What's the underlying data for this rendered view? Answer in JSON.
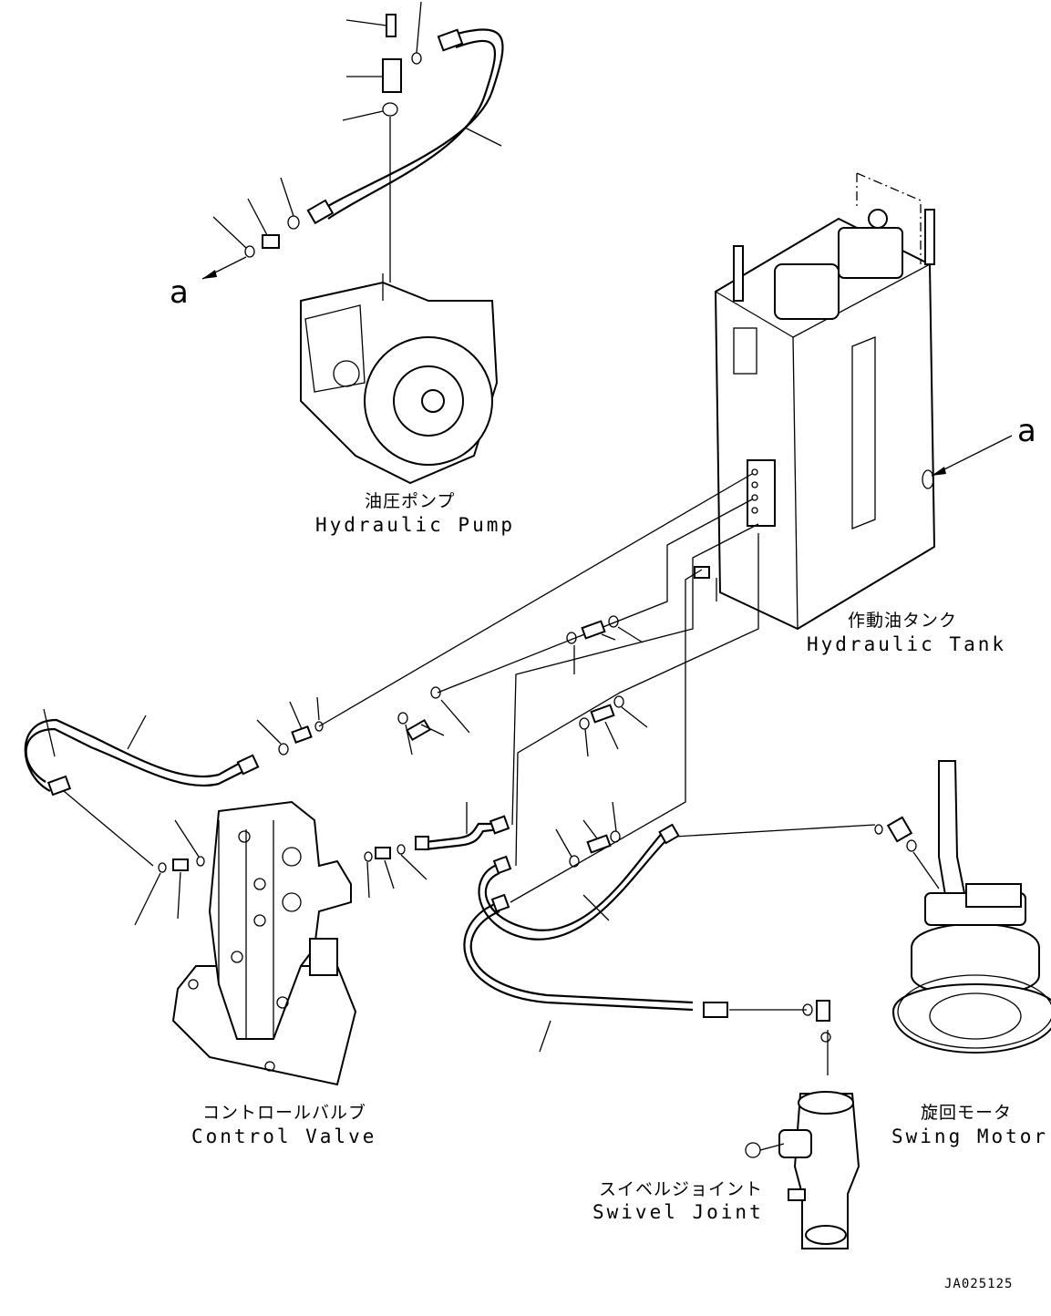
{
  "components": {
    "hydraulic_pump": {
      "jp": "油圧ポンプ",
      "en": "Hydraulic Pump"
    },
    "hydraulic_tank": {
      "jp": "作動油タンク",
      "en": "Hydraulic Tank"
    },
    "control_valve": {
      "jp": "コントロールバルブ",
      "en": "Control Valve"
    },
    "swing_motor": {
      "jp": "旋回モータ",
      "en": "Swing Motor"
    },
    "swivel_joint": {
      "jp": "スイベルジョイント",
      "en": "Swivel Joint"
    }
  },
  "reference_marks": {
    "left": "a",
    "right": "a"
  },
  "drawing_code": "JA025125"
}
